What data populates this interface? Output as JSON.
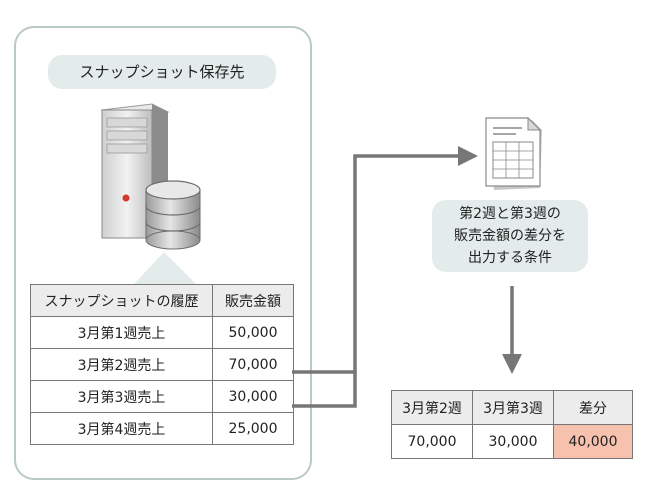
{
  "snapshot_label": "スナップショット保存先",
  "history_table": {
    "headers": [
      "スナップショットの履歴",
      "販売金額"
    ],
    "rows": [
      {
        "label": "3月第1週売上",
        "value": "50,000"
      },
      {
        "label": "3月第2週売上",
        "value": "70,000"
      },
      {
        "label": "3月第3週売上",
        "value": "30,000"
      },
      {
        "label": "3月第4週売上",
        "value": "25,000"
      }
    ]
  },
  "condition": {
    "lines": [
      "第2週と第3週の",
      "販売金額の差分を",
      "出力する条件"
    ]
  },
  "diff_table": {
    "headers": [
      "3月第2週",
      "3月第3週",
      "差分"
    ],
    "values": [
      "70,000",
      "30,000",
      "40,000"
    ]
  },
  "colors": {
    "panel_border": "#b9c9c6",
    "pill_bg": "#e3ebeb",
    "arrow": "#777777",
    "highlight": "#f7c2ad"
  }
}
